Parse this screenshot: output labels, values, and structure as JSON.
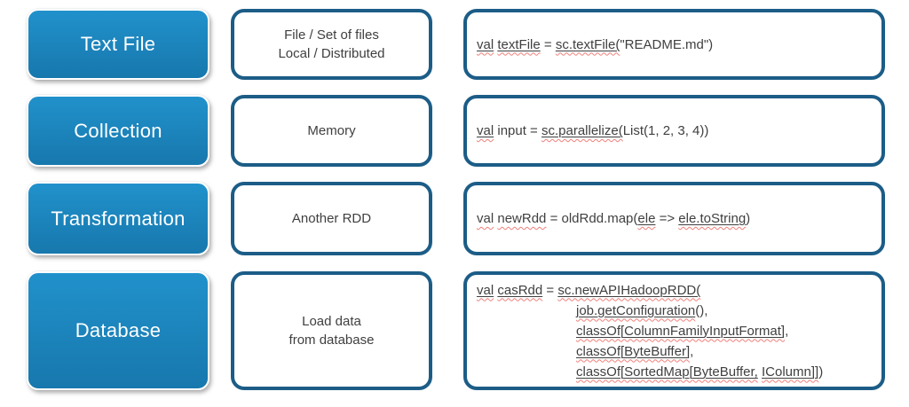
{
  "colors": {
    "blue_fill_top": "#2191cb",
    "blue_fill_bottom": "#1778ad",
    "outline_border": "#1c5d87",
    "code_text": "#3f3f3f",
    "squiggle_red": "#f0807a",
    "label_text": "#ffffff",
    "background": "#ffffff"
  },
  "rows": [
    {
      "label": "Text File",
      "desc": [
        "File / Set of files",
        "Local / Distributed"
      ],
      "code": [
        {
          "tokens": [
            {
              "t": "val",
              "u": true,
              "sq": true
            },
            {
              "t": " "
            },
            {
              "t": "textFile",
              "u": true,
              "sq": true
            },
            {
              "t": " = "
            },
            {
              "t": "sc.textFile(",
              "u": true,
              "sq": true
            },
            {
              "t": "\"README.md\")"
            }
          ]
        }
      ]
    },
    {
      "label": "Collection",
      "desc": [
        "Memory"
      ],
      "code": [
        {
          "tokens": [
            {
              "t": "val",
              "u": true,
              "sq": true
            },
            {
              "t": " input = "
            },
            {
              "t": "sc.parallelize(",
              "u": true,
              "sq": true
            },
            {
              "t": "List(1, 2, 3, 4))"
            }
          ]
        }
      ]
    },
    {
      "label": "Transformation",
      "desc": [
        "Another RDD"
      ],
      "code": [
        {
          "tokens": [
            {
              "t": "val",
              "sq": true
            },
            {
              "t": " "
            },
            {
              "t": "newRdd",
              "sq": true
            },
            {
              "t": " = oldRdd.map("
            },
            {
              "t": "ele",
              "u": true,
              "sq": true
            },
            {
              "t": " => "
            },
            {
              "t": "ele.toString",
              "u": true,
              "sq": true
            },
            {
              "t": ")"
            }
          ]
        }
      ]
    },
    {
      "label": "Database",
      "desc": [
        "Load data",
        "from database"
      ],
      "code": [
        {
          "tokens": [
            {
              "t": "val",
              "u": true,
              "sq": true
            },
            {
              "t": " "
            },
            {
              "t": "casRdd",
              "u": true,
              "sq": true
            },
            {
              "t": " = "
            },
            {
              "t": "sc.newAPIHadoopRDD(",
              "u": true,
              "sq": true
            }
          ]
        },
        {
          "indent": true,
          "tokens": [
            {
              "t": "job.getConfiguration",
              "u": true,
              "sq": true
            },
            {
              "t": "(),"
            }
          ]
        },
        {
          "indent": true,
          "tokens": [
            {
              "t": "classOf[ColumnFamilyInputFormat]",
              "u": true,
              "sq": true
            },
            {
              "t": ","
            }
          ]
        },
        {
          "indent": true,
          "tokens": [
            {
              "t": "classOf[ByteBuffer]",
              "u": true,
              "sq": true
            },
            {
              "t": ","
            }
          ]
        },
        {
          "indent": true,
          "tokens": [
            {
              "t": "classOf[SortedMap[ByteBuffer,",
              "u": true,
              "sq": true
            },
            {
              "t": " "
            },
            {
              "t": "IColumn]]",
              "u": true,
              "sq": true
            },
            {
              "t": ")"
            }
          ]
        }
      ]
    }
  ]
}
